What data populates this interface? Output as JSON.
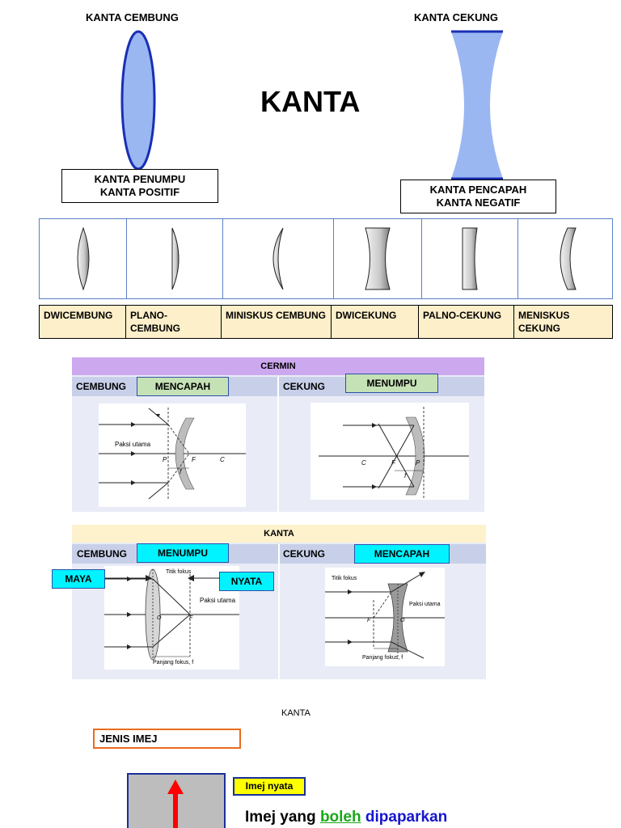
{
  "header": {
    "convex_title": "KANTA CEMBUNG",
    "concave_title": "KANTA CEKUNG",
    "main_title": "KANTA",
    "convex_desc_line1": "KANTA PENUMPU",
    "convex_desc_line2": "KANTA POSITIF",
    "concave_desc_line1": "KANTA PENCAPAH",
    "concave_desc_line2": "KANTA NEGATIF"
  },
  "lens_types": [
    {
      "label": "DWICEMBUNG"
    },
    {
      "label": "PLANO-CEMBUNG"
    },
    {
      "label": "MINISKUS CEMBUNG"
    },
    {
      "label": "DWICEKUNG"
    },
    {
      "label": "PALNO-CEKUNG"
    },
    {
      "label": "MENISKUS CEKUNG"
    }
  ],
  "mirror_panel": {
    "title": "CERMIN",
    "left_label": "CEMBUNG",
    "left_tag": "MENCAPAH",
    "right_label": "CEKUNG",
    "right_tag": "MENUMPU",
    "convex_diagram": {
      "axis_label": "Paksi utama",
      "p": "P",
      "f": "F",
      "c": "C",
      "small_f": "f"
    },
    "concave_diagram": {
      "c": "C",
      "f": "F",
      "p": "P",
      "small_f": "f"
    }
  },
  "lens_panel": {
    "title": "KANTA",
    "left_label": "CEMBUNG",
    "left_tag": "MENUMPU",
    "right_label": "CEKUNG",
    "right_tag": "MENCAPAH",
    "maya_tag": "MAYA",
    "nyata_tag": "NYATA",
    "convex_diagram": {
      "focus_label": "Titik fokus",
      "axis_label": "Paksi utama",
      "o": "O",
      "f": "F",
      "focal_length": "Panjang fokus, f"
    },
    "concave_diagram": {
      "focus_label": "Titik fokus",
      "axis_label": "Paksi utama",
      "o": "O",
      "f": "F",
      "focal_length": "Panjang fokus, f"
    }
  },
  "bottom": {
    "title": "KANTA",
    "image_type_label": "JENIS IMEJ",
    "real_image_tag": "Imej nyata",
    "sentence_part1": "Imej yang",
    "sentence_part2": "boleh",
    "sentence_part3": "dipaparkan"
  },
  "colors": {
    "lens_blue": "#9ab7f2",
    "lens_label_bg": "#fdefc9",
    "mirror_header": "#cca9ef",
    "sub_header": "#c8d0e9",
    "tag_green": "#c5e1b6",
    "tag_cyan": "#00f3ff",
    "lens_header": "#fdf2cc",
    "orange_border": "#e86c1f",
    "yellow_tag": "#ffff00",
    "green_text": "#18a818",
    "blue_text": "#1515cc"
  }
}
